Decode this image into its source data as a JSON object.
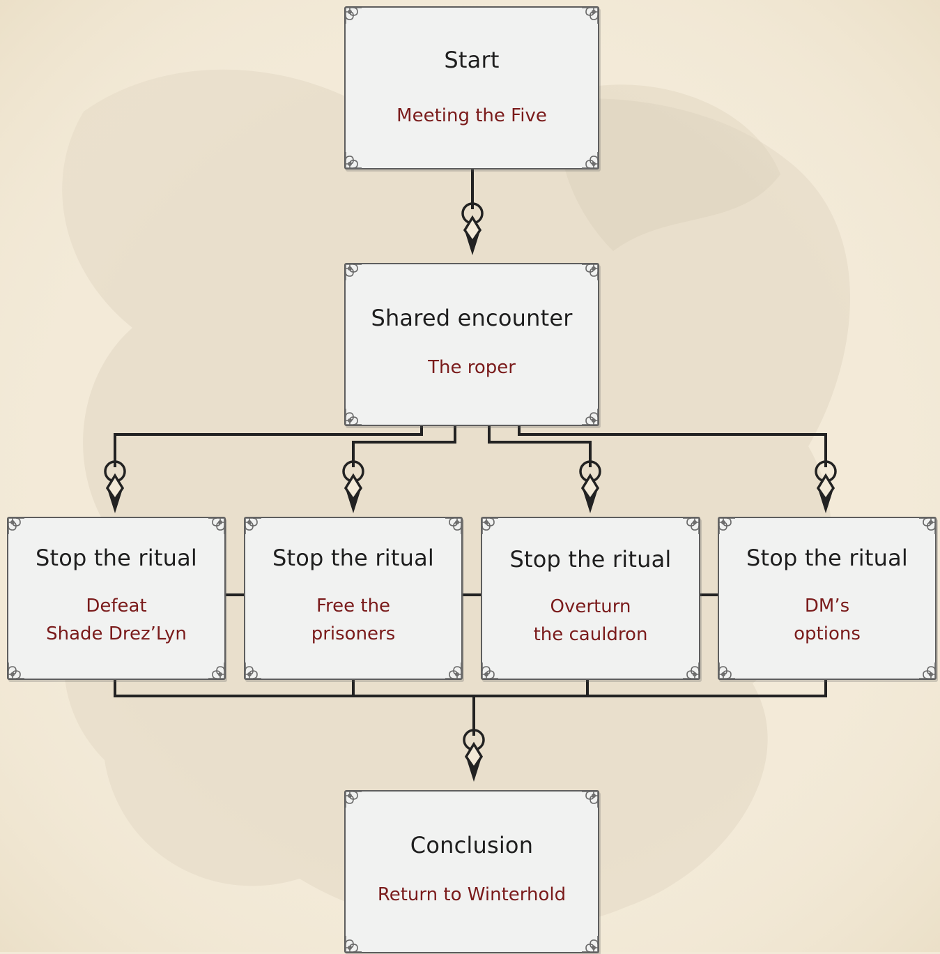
{
  "colors": {
    "background": "#f3ead8",
    "box_fill": "#f1f2f1",
    "box_border": "#5e5e5e",
    "title_text": "#1e1e1e",
    "subtitle_text": "#7a1b1b",
    "connector": "#222222"
  },
  "nodes": {
    "start": {
      "title": "Start",
      "subtitle": "Meeting the Five"
    },
    "shared": {
      "title": "Shared encounter",
      "subtitle": "The roper"
    },
    "branch_1": {
      "title": "Stop the ritual",
      "line1": "Defeat",
      "line2": "Shade Drez’Lyn"
    },
    "branch_2": {
      "title": "Stop the ritual",
      "line1": "Free the",
      "line2": "prisoners"
    },
    "branch_3": {
      "title": "Stop the ritual",
      "line1": "Overturn",
      "line2": "the cauldron"
    },
    "branch_4": {
      "title": "Stop the ritual",
      "line1": "DM’s",
      "line2": "options"
    },
    "conclusion": {
      "title": "Conclusion",
      "subtitle": "Return to Winterhold"
    }
  },
  "icons": {
    "corner": "celtic-knot-corner-icon",
    "arrow": "ring-diamond-arrowhead-icon"
  }
}
